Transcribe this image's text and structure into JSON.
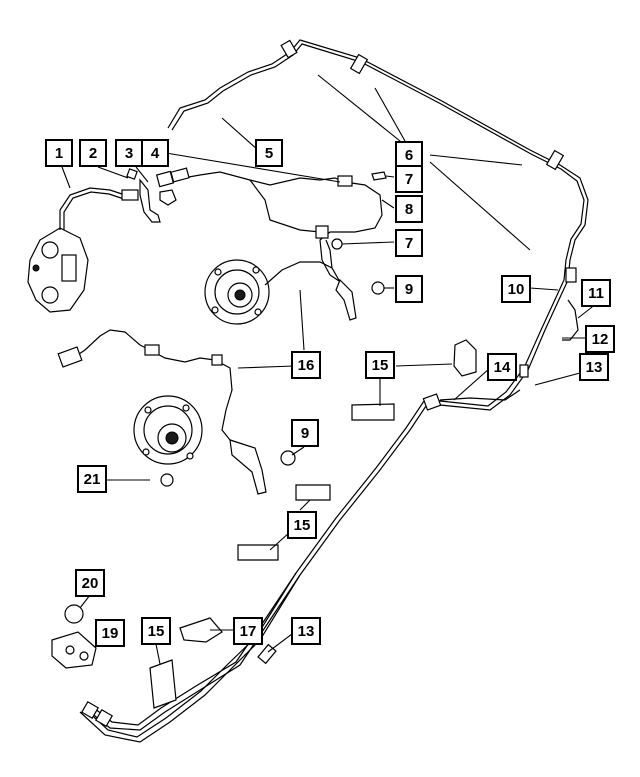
{
  "diagram": {
    "style": {
      "line_color": "#000000",
      "background": "#ffffff"
    },
    "callouts": [
      {
        "id": "c1",
        "label": "1"
      },
      {
        "id": "c2",
        "label": "2"
      },
      {
        "id": "c3",
        "label": "3"
      },
      {
        "id": "c4",
        "label": "4"
      },
      {
        "id": "c5",
        "label": "5"
      },
      {
        "id": "c6",
        "label": "6"
      },
      {
        "id": "c7a",
        "label": "7"
      },
      {
        "id": "c8",
        "label": "8"
      },
      {
        "id": "c7b",
        "label": "7"
      },
      {
        "id": "c9a",
        "label": "9"
      },
      {
        "id": "c10",
        "label": "10"
      },
      {
        "id": "c11",
        "label": "11"
      },
      {
        "id": "c12",
        "label": "12"
      },
      {
        "id": "c13a",
        "label": "13"
      },
      {
        "id": "c14",
        "label": "14"
      },
      {
        "id": "c15a",
        "label": "15"
      },
      {
        "id": "c16",
        "label": "16"
      },
      {
        "id": "c9b",
        "label": "9"
      },
      {
        "id": "c21",
        "label": "21"
      },
      {
        "id": "c15b",
        "label": "15"
      },
      {
        "id": "c20",
        "label": "20"
      },
      {
        "id": "c19",
        "label": "19"
      },
      {
        "id": "c15c",
        "label": "15"
      },
      {
        "id": "c17",
        "label": "17"
      },
      {
        "id": "c13b",
        "label": "13"
      }
    ]
  }
}
